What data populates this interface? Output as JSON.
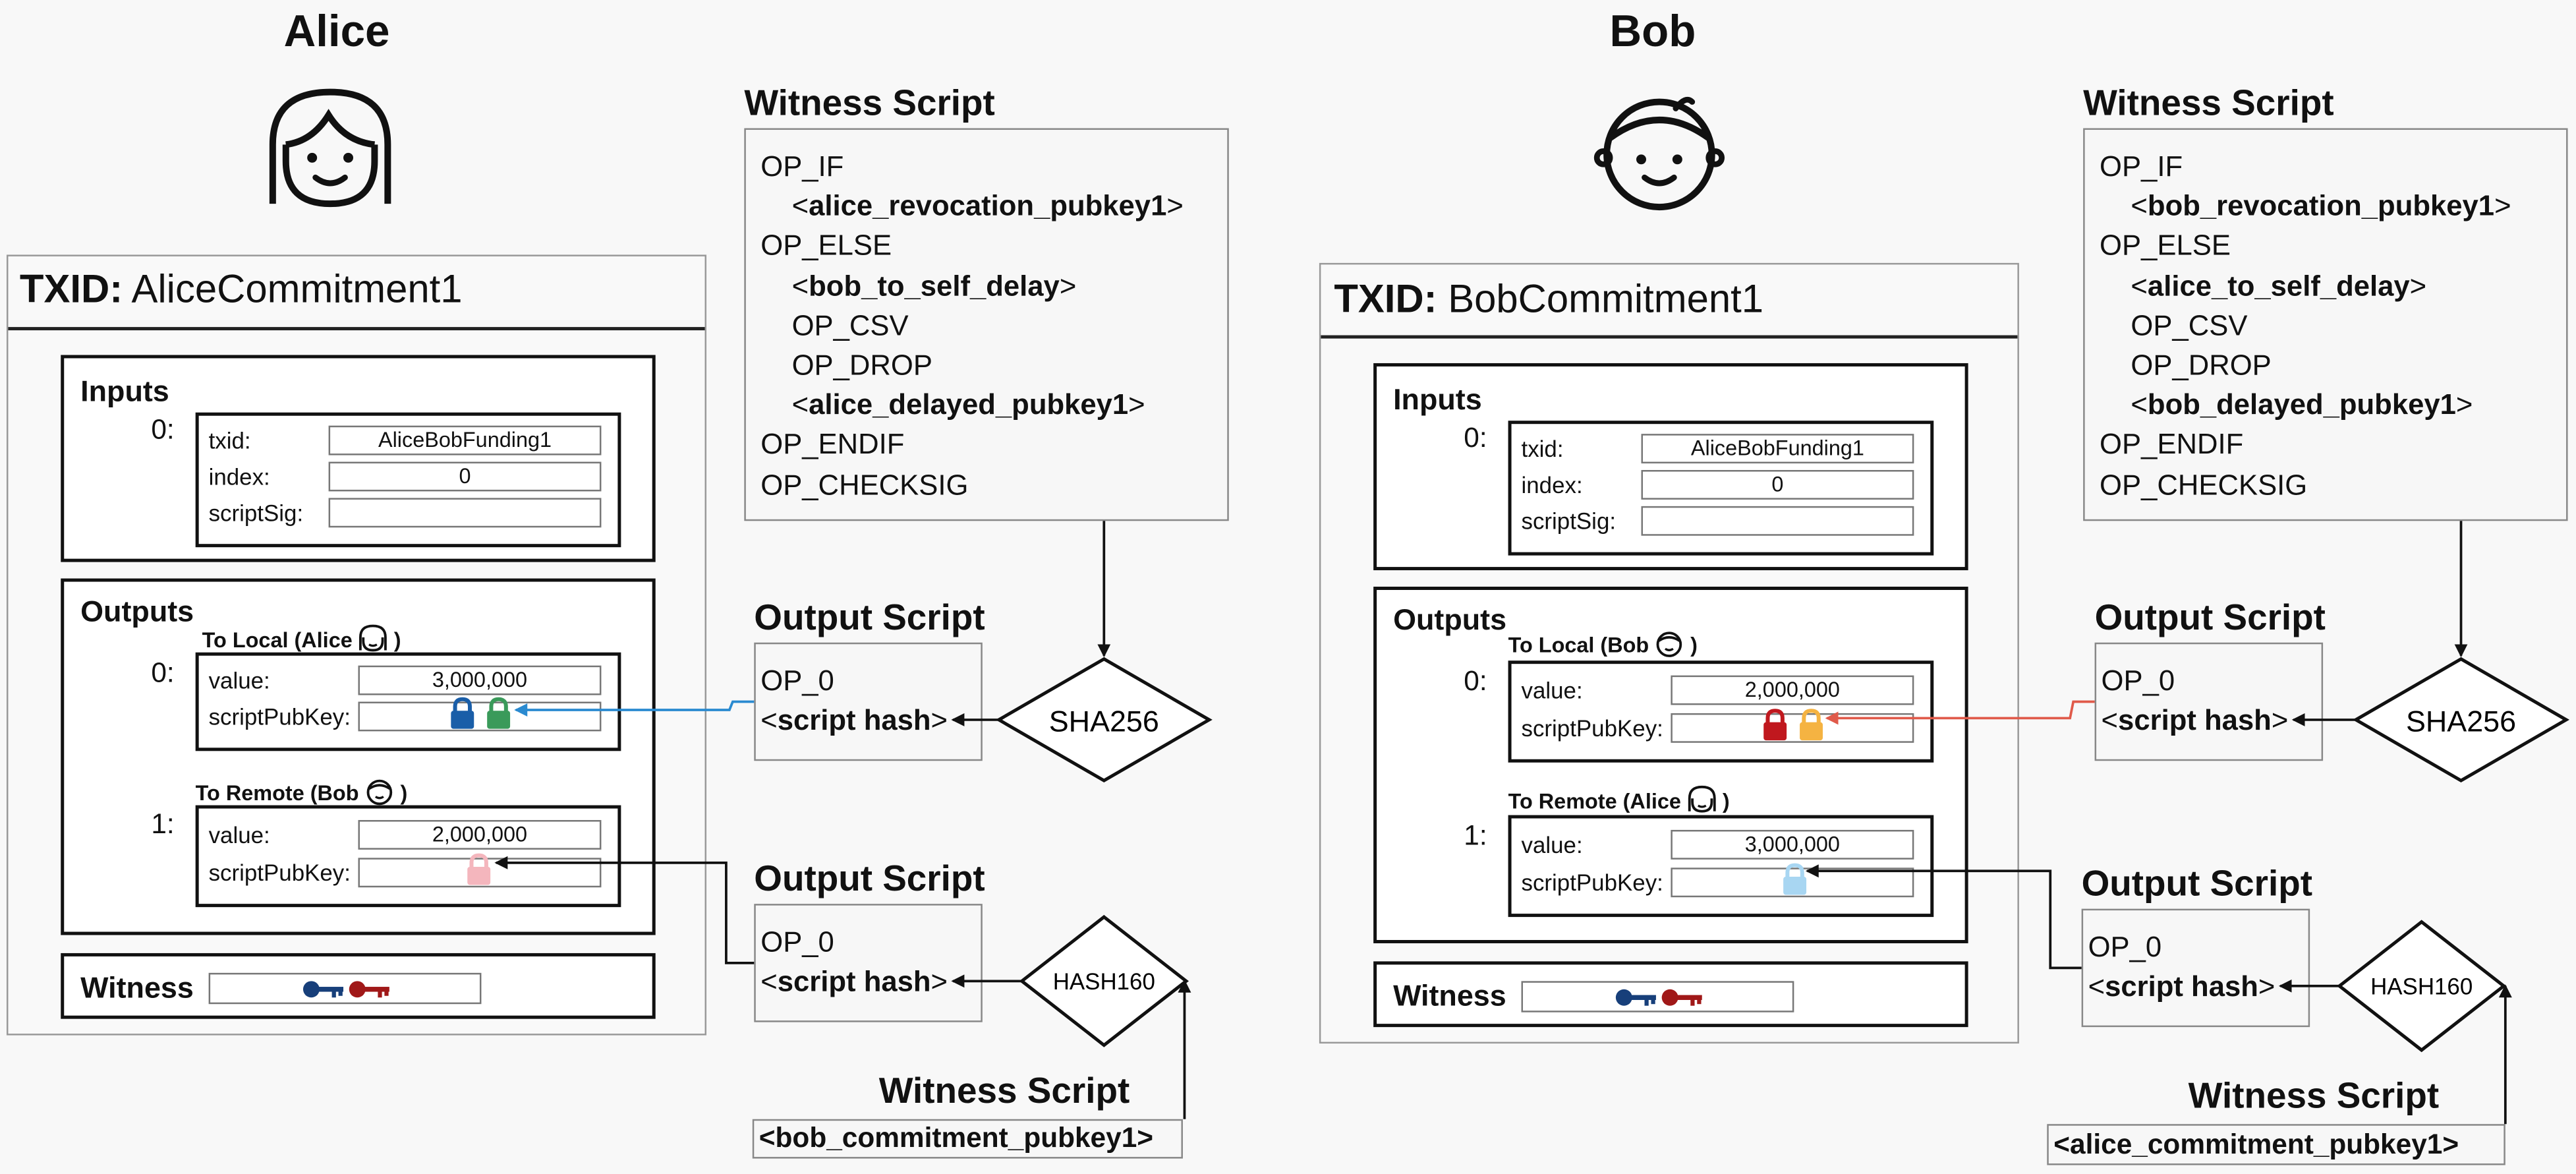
{
  "alice": {
    "name": "Alice",
    "witness_script_title": "Witness Script",
    "witness_script": {
      "line1": "OP_IF",
      "line2_key": "alice_revocation_pubkey1",
      "line3": "OP_ELSE",
      "line4_key": "bob_to_self_delay",
      "line5": "OP_CSV",
      "line6": "OP_DROP",
      "line7_key": "alice_delayed_pubkey1",
      "line8": "OP_ENDIF",
      "line9": "OP_CHECKSIG"
    },
    "tx": {
      "txid_label": "TXID:",
      "txid": "AliceCommitment1",
      "inputs_label": "Inputs",
      "input_index": "0:",
      "txid_field_label": "txid:",
      "txid_field_value": "AliceBobFunding1",
      "index_field_label": "index:",
      "index_field_value": "0",
      "scriptsig_label": "scriptSig:",
      "outputs_label": "Outputs",
      "to_local_label": "To Local (Alice",
      "to_local_close": ")",
      "out0_index": "0:",
      "out0_value_label": "value:",
      "out0_value": "3,000,000",
      "out0_spk_label": "scriptPubKey:",
      "to_remote_label": "To Remote (Bob",
      "to_remote_close": ")",
      "out1_index": "1:",
      "out1_value_label": "value:",
      "out1_value": "2,000,000",
      "out1_spk_label": "scriptPubKey:",
      "witness_label": "Witness"
    },
    "output_script_1": {
      "title": "Output Script",
      "line1": "OP_0",
      "hash": "script hash"
    },
    "hash_op_1": "SHA256",
    "output_script_2": {
      "title": "Output Script",
      "line1": "OP_0",
      "hash": "script hash"
    },
    "hash_op_2": "HASH160",
    "witness_script_2_title": "Witness Script",
    "witness_script_2_key": "bob_commitment_pubkey1",
    "colors": {
      "local_lock_1": "#1a5ea8",
      "local_lock_2": "#3a9a5a",
      "remote_lock": "#f4b6bd",
      "arrow": "#2a8ad0",
      "key_1": "#173f7a",
      "key_2": "#a01818"
    }
  },
  "bob": {
    "name": "Bob",
    "witness_script_title": "Witness Script",
    "witness_script": {
      "line1": "OP_IF",
      "line2_key": "bob_revocation_pubkey1",
      "line3": "OP_ELSE",
      "line4_key": "alice_to_self_delay",
      "line5": "OP_CSV",
      "line6": "OP_DROP",
      "line7_key": "bob_delayed_pubkey1",
      "line8": "OP_ENDIF",
      "line9": "OP_CHECKSIG"
    },
    "tx": {
      "txid_label": "TXID:",
      "txid": "BobCommitment1",
      "inputs_label": "Inputs",
      "input_index": "0:",
      "txid_field_label": "txid:",
      "txid_field_value": "AliceBobFunding1",
      "index_field_label": "index:",
      "index_field_value": "0",
      "scriptsig_label": "scriptSig:",
      "outputs_label": "Outputs",
      "to_local_label": "To Local (Bob",
      "to_local_close": ")",
      "out0_index": "0:",
      "out0_value_label": "value:",
      "out0_value": "2,000,000",
      "out0_spk_label": "scriptPubKey:",
      "to_remote_label": "To Remote (Alice",
      "to_remote_close": ")",
      "out1_index": "1:",
      "out1_value_label": "value:",
      "out1_value": "3,000,000",
      "out1_spk_label": "scriptPubKey:",
      "witness_label": "Witness"
    },
    "output_script_1": {
      "title": "Output Script",
      "line1": "OP_0",
      "hash": "script hash"
    },
    "hash_op_1": "SHA256",
    "output_script_2": {
      "title": "Output Script",
      "line1": "OP_0",
      "hash": "script hash"
    },
    "hash_op_2": "HASH160",
    "witness_script_2_title": "Witness Script",
    "witness_script_2_key": "alice_commitment_pubkey1",
    "colors": {
      "local_lock_1": "#c0181e",
      "local_lock_2": "#f5b342",
      "remote_lock": "#a8d6f2",
      "arrow": "#e05a4a",
      "key_1": "#173f7a",
      "key_2": "#a01818"
    }
  }
}
